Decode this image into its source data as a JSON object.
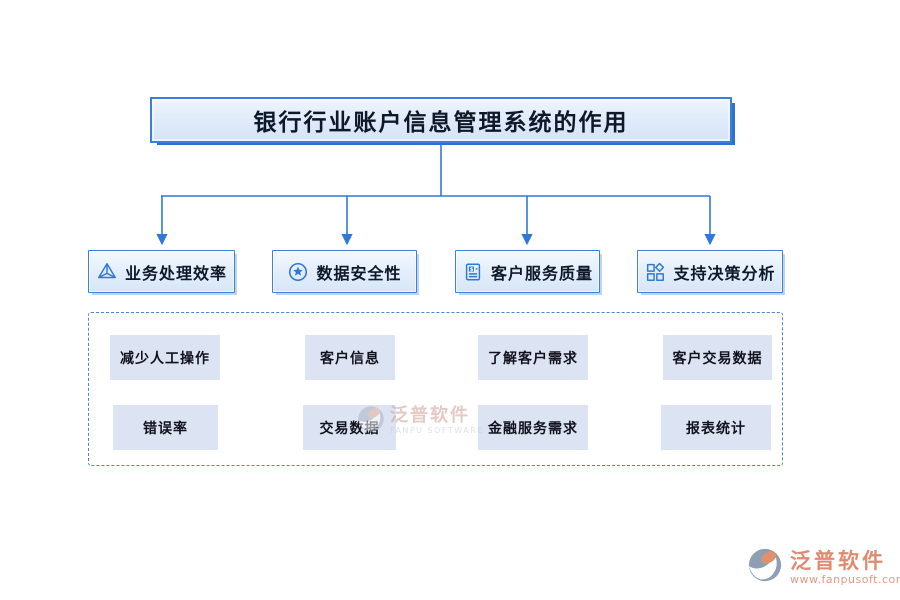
{
  "diagram": {
    "title": "银行行业账户信息管理系统的作用",
    "branches": [
      {
        "label": "业务处理效率",
        "icon": "pyramid-icon"
      },
      {
        "label": "数据安全性",
        "icon": "security-badge-icon"
      },
      {
        "label": "客户服务质量",
        "icon": "invoice-icon"
      },
      {
        "label": "支持决策分析",
        "icon": "grid-diamond-icon"
      }
    ],
    "leaves": [
      [
        "减少人工操作",
        "客户信息",
        "了解客户需求",
        "客户交易数据"
      ],
      [
        "错误率",
        "交易数据",
        "金融服务需求",
        "报表统计"
      ]
    ]
  },
  "watermark": {
    "brand": "泛普软件",
    "subbrand": "FANPU SOFTWARE"
  },
  "footer_logo": {
    "brand": "泛普软件",
    "website": "www.fanpusoft.com"
  },
  "colors": {
    "connector_line": "#2e79d8",
    "box_border": "#3c7edd",
    "title_shadow": "#2d72d6",
    "leaf_background": "#dce3f2",
    "brand_salmon": "#de8b71"
  }
}
